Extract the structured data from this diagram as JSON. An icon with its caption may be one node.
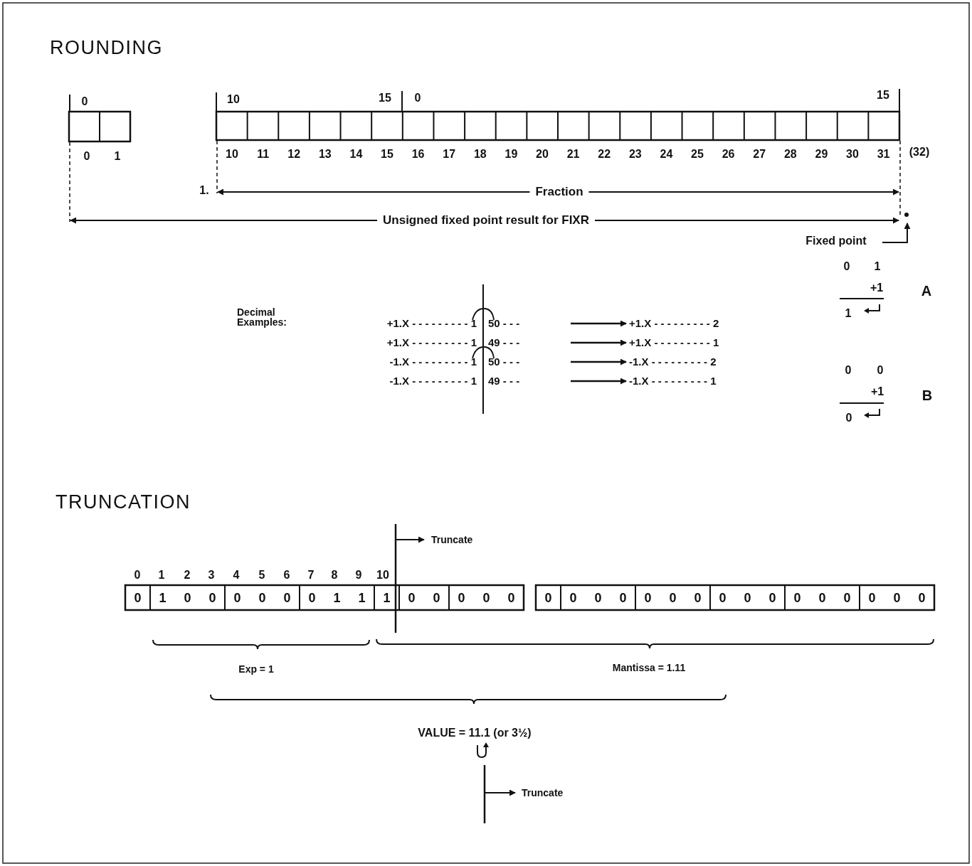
{
  "diagram": {
    "nodes": [
      {
        "text": [
          "+1.X - - - - - - - - - 1",
          "50 - - -"
        ]
      },
      {
        "text": [
          "+1.X - - - - - - - - - 2"
        ]
      },
      {
        "text": [
          "+1.X - - - - - - - - - 1",
          "49 - - -"
        ]
      },
      {
        "text": [
          "+1.X - - - - - - - - - 1"
        ]
      },
      {
        "text": [
          "-1.X - - - - - - - - - 1",
          "50 - - -"
        ]
      },
      {
        "text": [
          "-1.X - - - - - - - - - 2"
        ]
      },
      {
        "text": [
          "-1.X - - - - - - - - - 1",
          "49 - - -"
        ]
      },
      {
        "text": [
          "-1.X - - - - - - - - - 1"
        ]
      }
    ],
    "edges": [
      {
        "from": 0,
        "to": 1,
        "arrow": "to"
      },
      {
        "from": 2,
        "to": 3,
        "arrow": "to"
      },
      {
        "from": 4,
        "to": 5,
        "arrow": "to"
      },
      {
        "from": 6,
        "to": 7,
        "arrow": "to"
      }
    ],
    "labels": [
      "ROUNDING",
      "0",
      "10",
      "15",
      "0",
      "15",
      "0",
      "1",
      "10",
      "11",
      "12",
      "13",
      "14",
      "15",
      "16",
      "17",
      "18",
      "19",
      "20",
      "21",
      "22",
      "23",
      "24",
      "25",
      "26",
      "27",
      "28",
      "29",
      "30",
      "31",
      "(32)",
      "1.",
      "Fraction",
      "Unsigned fixed point result for FIXR",
      "Fixed point",
      "0",
      "1",
      "+1",
      "A",
      "1",
      "Decimal Examples:",
      "0",
      "0",
      "+1",
      "B",
      "0",
      "TRUNCATION",
      "Truncate",
      "0",
      "1",
      "2",
      "3",
      "4",
      "5",
      "6",
      "7",
      "8",
      "9",
      "10",
      "0",
      "1",
      "0",
      "0",
      "0",
      "0",
      "0",
      "0",
      "1",
      "1",
      "1",
      "0",
      "0",
      "0",
      "0",
      "0",
      "0",
      "0",
      "0",
      "0",
      "0",
      "0",
      "0",
      "0",
      "0",
      "0",
      "0",
      "0",
      "0",
      "0",
      "0",
      "0",
      "Exp = 1",
      "Mantissa = 1.11",
      "VALUE = 11.1  (or 3½)",
      "Truncate"
    ]
  }
}
